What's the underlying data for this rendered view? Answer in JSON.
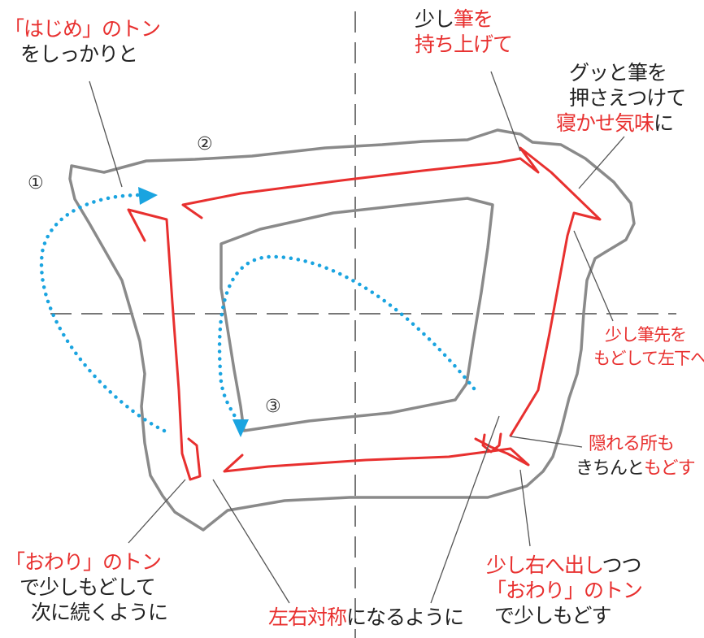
{
  "colors": {
    "red": "#e8302f",
    "black": "#222222",
    "blue": "#1aa4e0",
    "gray": "#777777"
  },
  "markers": [
    "①",
    "②",
    "③"
  ],
  "annotations": {
    "start": {
      "l1_red": "「はじめ」のトン",
      "l2": "をしっかりと"
    },
    "lift": {
      "l1_a": "少し",
      "l1_red": "筆を",
      "l2_red": "持ち上げて"
    },
    "press": {
      "l1": "グッと筆を",
      "l2": "押さえつけて",
      "l3_red": "寝かせ気味",
      "l3_b": "に"
    },
    "turn": {
      "l1_red": "少し筆先を",
      "l2_red": "もどして左下へ"
    },
    "hidden": {
      "l1_red": "隠れる所も",
      "l2_a": "きちんと",
      "l2_red": "もどす"
    },
    "end_left": {
      "l1_red": "「おわり」のトン",
      "l2": "で少しもどして",
      "l3": "次に続くように"
    },
    "symmetry": {
      "red": "左右対称",
      "black": "になるように"
    },
    "end_right": {
      "l1_red": "少し右へ出し",
      "l1_b": "つつ",
      "l2_red": "「おわり」のトン",
      "l3": "で少しもどす"
    }
  }
}
